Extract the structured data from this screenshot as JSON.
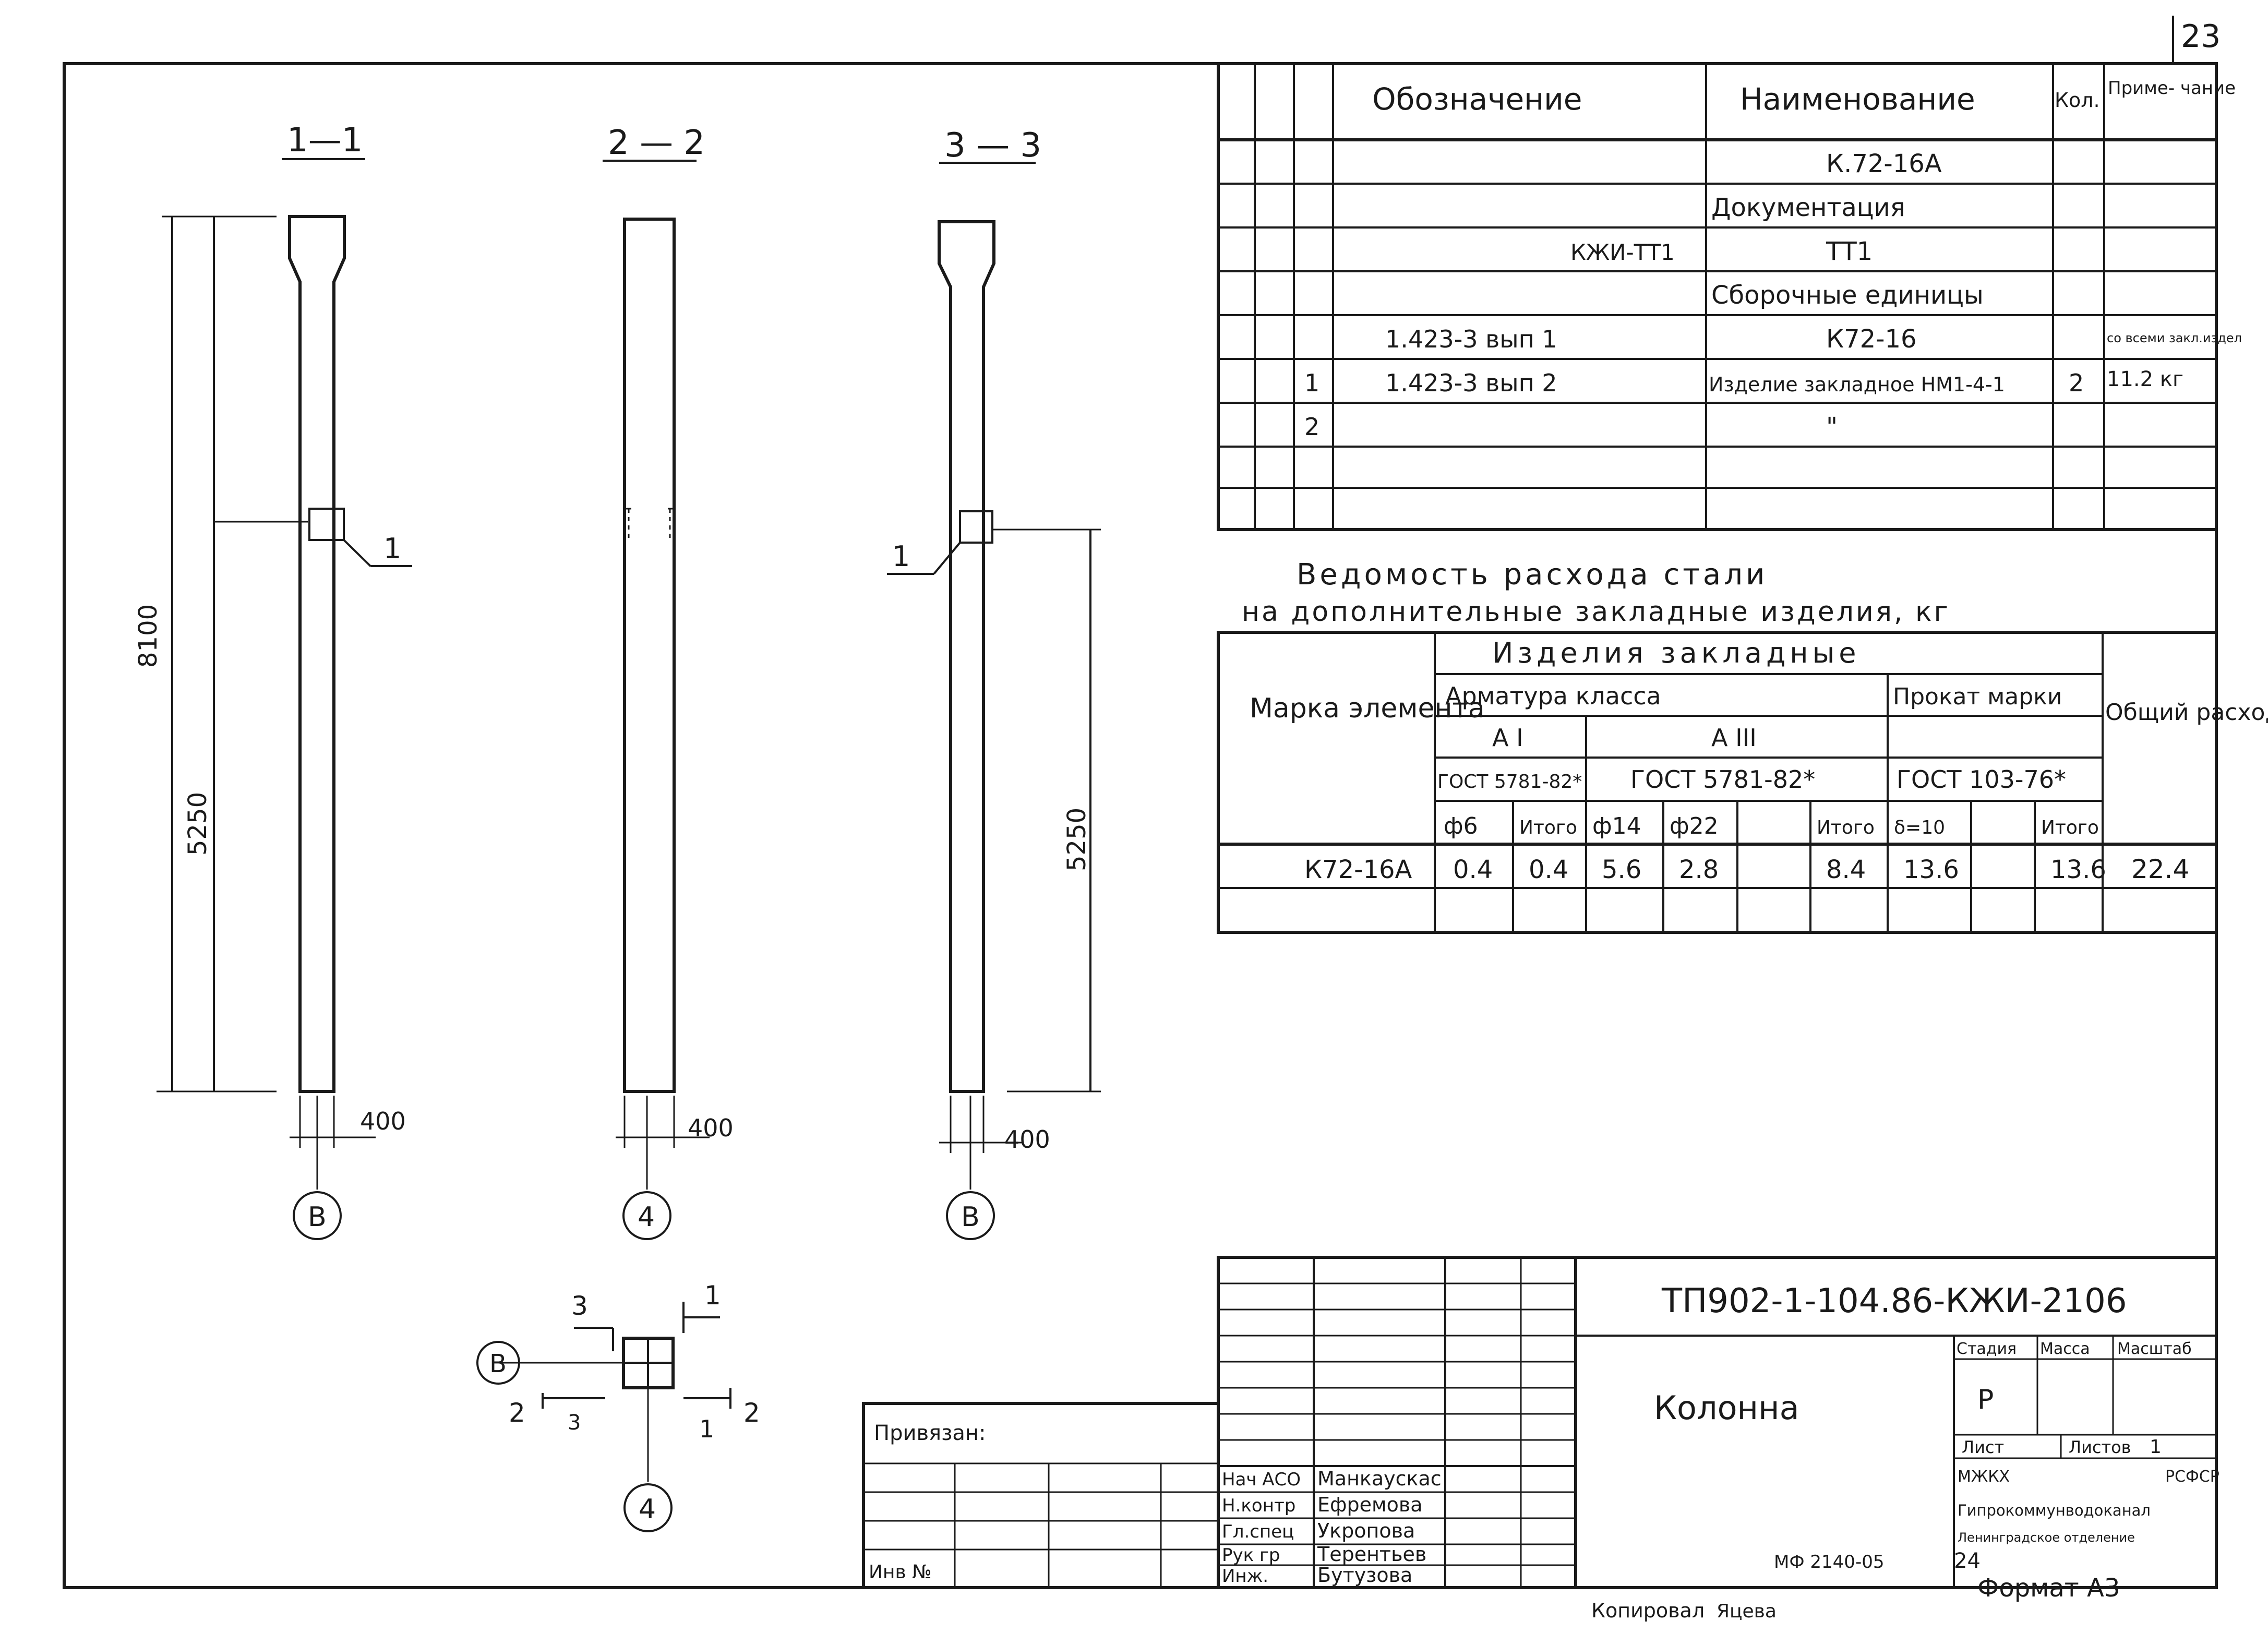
{
  "sheet_number": "23",
  "sections": {
    "s1": "1—1",
    "s2": "2 — 2",
    "s3": "3 — 3"
  },
  "dimensions": {
    "total_height": "8100",
    "lower_height": "5250",
    "width": "400"
  },
  "callouts": {
    "item1": "1",
    "plan_3": "3",
    "plan_1": "1",
    "plan_2": "2"
  },
  "axes": {
    "b": "В",
    "four": "4"
  },
  "spec_table": {
    "headers": {
      "designation": "Обозначение",
      "name": "Наименование",
      "qty": "Кол.",
      "note": "Приме- чание"
    },
    "rows": [
      {
        "pos": "",
        "designation": "",
        "name": "К.72-16А",
        "qty": "",
        "note": ""
      },
      {
        "pos": "",
        "designation": "",
        "name": "Документация",
        "qty": "",
        "note": ""
      },
      {
        "pos": "",
        "designation": "КЖИ-ТТ1",
        "name": "ТТ1",
        "qty": "",
        "note": ""
      },
      {
        "pos": "",
        "designation": "",
        "name": "Сборочные единицы",
        "qty": "",
        "note": ""
      },
      {
        "pos": "",
        "designation": "1.423-3  вып 1",
        "name": "К72-16",
        "qty": "",
        "note": "со всеми закл.издел"
      },
      {
        "pos": "1",
        "designation": "1.423-3  вып 2",
        "name": "Изделие закладное НМ1-4-1",
        "qty": "2",
        "note": "11.2 кг"
      },
      {
        "pos": "2",
        "designation": "",
        "name": "\"",
        "qty": "",
        "note": ""
      }
    ]
  },
  "steel_statement": {
    "title_line1": "Ведомость  расхода  стали",
    "title_line2": "на дополнительные  закладные  изделия, кг",
    "header_mark": "Марка элемента",
    "header_embedded": "Изделия  закладные",
    "header_rebar_class": "Арматура класса",
    "header_rolled": "Прокат марки",
    "header_total": "Общий расход",
    "class_a1": "А I",
    "class_a3": "А III",
    "gost_a1": "ГОСТ 5781-82*",
    "gost_a3": "ГОСТ 5781-82*",
    "gost_rolled": "ГОСТ 103-76*",
    "sub": [
      "ф6",
      "Итого",
      "ф14",
      "ф22",
      "",
      "Итого",
      "δ=10",
      "",
      "Итого"
    ],
    "row": {
      "mark": "К72-16А",
      "values": [
        "0.4",
        "0.4",
        "5.6",
        "2.8",
        "",
        "8.4",
        "13.6",
        "",
        "13.6"
      ],
      "total": "22.4"
    }
  },
  "title_block": {
    "code": "ТП902-1-104.86-КЖИ-2106",
    "name": "Колонна",
    "stage_label": "Стадия",
    "mass_label": "Масса",
    "scale_label": "Масштаб",
    "stage_value": "Р",
    "sheet_label": "Лист",
    "sheets_label": "Листов",
    "sheets_value": "1",
    "org1": "МЖКХ",
    "org2": "РСФСР",
    "org3": "Гипрокоммунводоканал",
    "org4": "Ленинградское отделение",
    "bound": "Привязан:",
    "inv": "Инв №",
    "roles": [
      {
        "role": "Нач АСО",
        "name": "Манкаускас"
      },
      {
        "role": "Н.контр",
        "name": "Ефремова"
      },
      {
        "role": "Гл.спец",
        "name": "Укропова"
      },
      {
        "role": "Рук гр",
        "name": "Терентьев"
      },
      {
        "role": "Инж.",
        "name": "Бутузова"
      }
    ]
  },
  "footer": {
    "copied": "Копировал",
    "copier": "Яцева",
    "order": "МФ 2140-05",
    "page": "24",
    "format": "Формат А3"
  }
}
